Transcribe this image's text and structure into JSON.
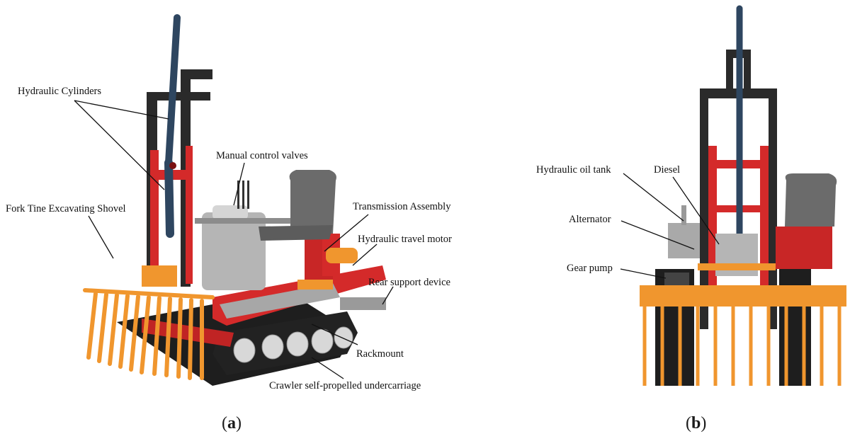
{
  "figure": {
    "panels": [
      {
        "id": "a",
        "caption_letter": "a",
        "labels": [
          "Hydraulic Cylinders",
          "Manual control valves",
          "Fork Tine Excavating Shovel",
          "Transmission Assembly",
          "Hydraulic travel motor",
          "Rear support device",
          "Rackmount",
          "Crawler self-propelled undercarriage"
        ]
      },
      {
        "id": "b",
        "caption_letter": "b",
        "labels": [
          "Hydraulic oil tank",
          "Diesel",
          "Alternator",
          "Gear pump"
        ]
      }
    ],
    "colors": {
      "frame_black": "#2a2a2a",
      "frame_red": "#d42a2a",
      "cylinder_blue": "#2e4660",
      "shovel_orange": "#f0962e",
      "track_black": "#1e1e1e",
      "wheel_silver": "#d8d8d8",
      "seat_gray": "#6b6b6b",
      "engine_gray": "#b5b5b5"
    }
  }
}
